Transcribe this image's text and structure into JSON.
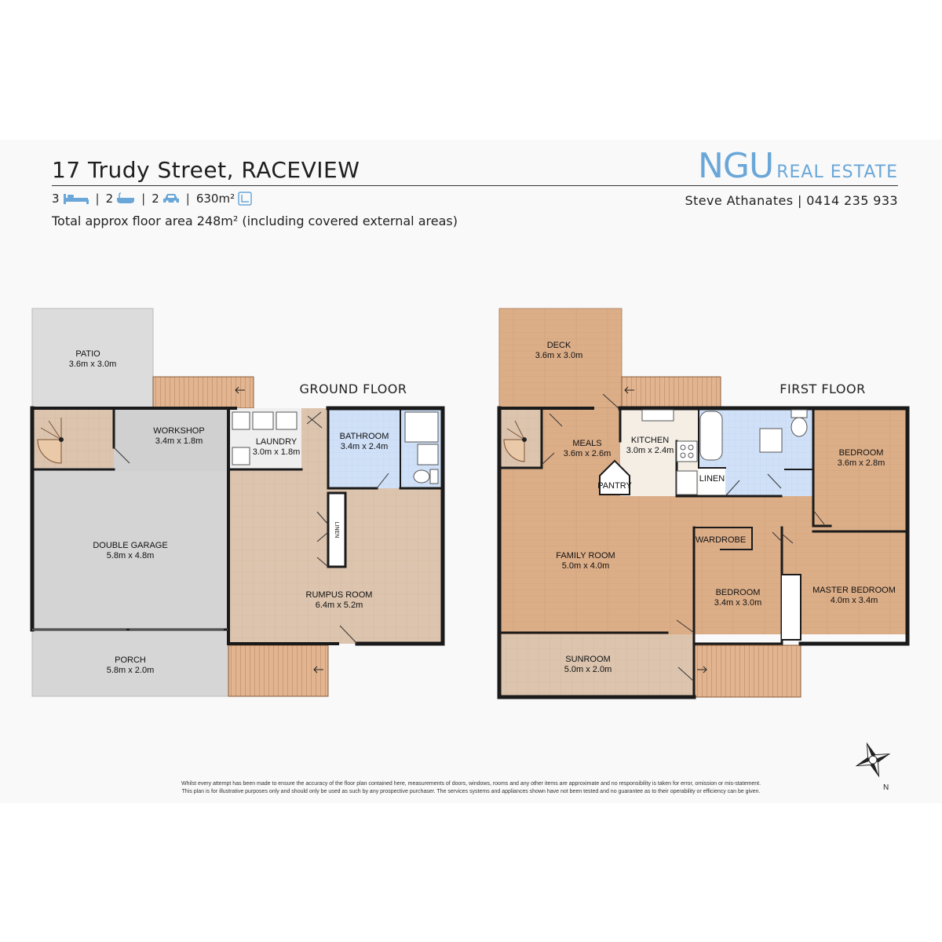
{
  "header": {
    "address": "17 Trudy Street, RACEVIEW",
    "beds": "3",
    "baths": "2",
    "cars": "2",
    "land": "630m²",
    "total_area": "Total approx floor area 248m² (including covered external areas)"
  },
  "brand": {
    "logo_big": "NGU",
    "logo_small": "REAL ESTATE",
    "agent": "Steve Athanates | 0414 235 933",
    "color": "#6aa7d8"
  },
  "floors": {
    "ground": "GROUND FLOOR",
    "first": "FIRST FLOOR"
  },
  "ground_rooms": {
    "patio": {
      "name": "PATIO",
      "size": "3.6m x 3.0m"
    },
    "workshop": {
      "name": "WORKSHOP",
      "size": "3.4m x 1.8m"
    },
    "laundry": {
      "name": "LAUNDRY",
      "size": "3.0m x 1.8m"
    },
    "bathroom": {
      "name": "BATHROOM",
      "size": "3.4m x 2.4m"
    },
    "garage": {
      "name": "DOUBLE GARAGE",
      "size": "5.8m x 4.8m"
    },
    "linen": "LINEN",
    "rumpus": {
      "name": "RUMPUS ROOM",
      "size": "6.4m x 5.2m"
    },
    "porch": {
      "name": "PORCH",
      "size": "5.8m x 2.0m"
    }
  },
  "first_rooms": {
    "deck": {
      "name": "DECK",
      "size": "3.6m x 3.0m"
    },
    "meals": {
      "name": "MEALS",
      "size": "3.6m x 2.6m"
    },
    "kitchen": {
      "name": "KITCHEN",
      "size": "3.0m x 2.4m"
    },
    "pantry": "PANTRY",
    "linen": "LINEN",
    "bedroom1": {
      "name": "BEDROOM",
      "size": "3.6m x 2.8m"
    },
    "wardrobe": "WARDROBE",
    "family": {
      "name": "FAMILY ROOM",
      "size": "5.0m x 4.0m"
    },
    "bedroom2": {
      "name": "BEDROOM",
      "size": "3.4m x 3.0m"
    },
    "master": {
      "name": "MASTER BEDROOM",
      "size": "4.0m x 3.4m"
    },
    "sunroom": {
      "name": "SUNROOM",
      "size": "5.0m x 2.0m"
    }
  },
  "compass": "N",
  "disclaimer": {
    "line1": "Whilst every attempt has been made to ensure the accuracy of the floor plan contained here, measurements of doors, windows, rooms and any other items are approximate and no responsibility is taken for error, omission or mis-statement.",
    "line2": "This plan is for illustrative purposes only and should only be used as such by any prospective purchaser. The services systems and appliances shown have not been tested and no guarantee as to their operability or efficiency can be given."
  },
  "colors": {
    "timber": "#dcae88",
    "tile": "#dcc4ae",
    "concrete": "#d2d2d2",
    "patio": "#dcdcdc",
    "bath": "#cfe0f7",
    "wall": "#1a1a1a"
  }
}
